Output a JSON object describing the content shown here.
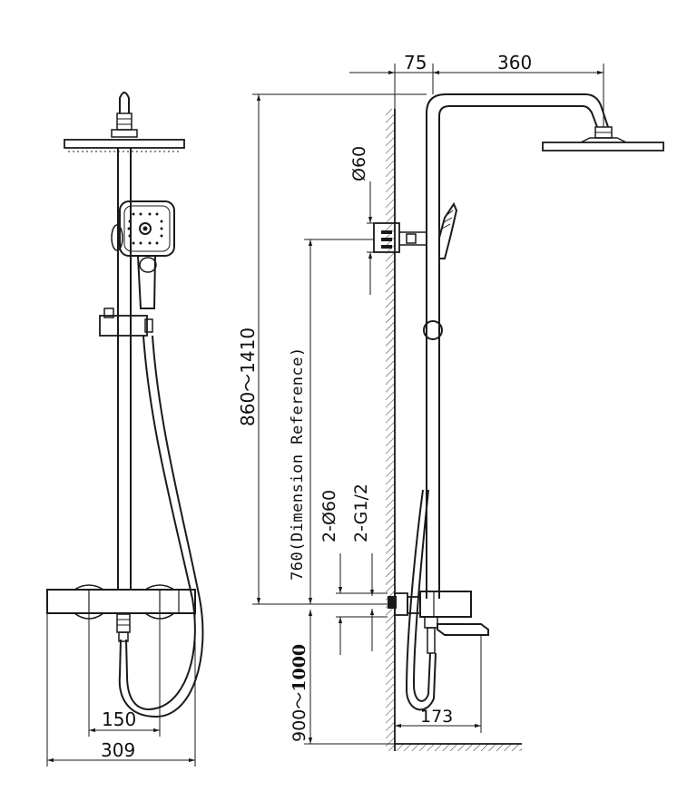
{
  "dimensions": {
    "wall_offset": "75",
    "arm_length": "360",
    "wall_bracket_diameter": "Ø60",
    "height_range": "860～1410",
    "reference_height": "760(Dimension Reference)",
    "inlet_diameter": "2-Ø60",
    "inlet_thread": "2-G1/2",
    "inlet_spacing": "150",
    "mixer_width": "309",
    "mixer_height_range_prefix": "900～",
    "mixer_height_range_bold": "1000",
    "spout_projection": "173"
  },
  "colors": {
    "line": "#1a1a1a",
    "background": "#ffffff"
  }
}
